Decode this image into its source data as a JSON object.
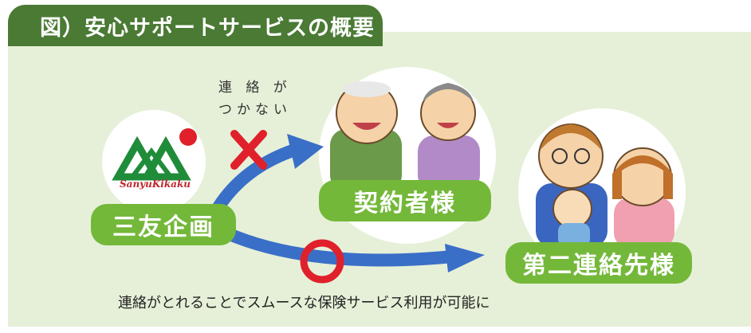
{
  "header": {
    "title": "図）安心サポートサービスの概要"
  },
  "nodes": {
    "company": "三友企画",
    "contractor": "契約者様",
    "second_contact": "第二連絡先様"
  },
  "logo": {
    "text": "SanyuKikaku"
  },
  "note": {
    "line1": "連 絡 が",
    "line2": "つかない"
  },
  "caption": "連絡がとれることでスムースな保険サービス利用が可能に",
  "icons": {
    "fail": "cross-icon",
    "success": "circle-icon",
    "company_logo": "logo-icon"
  },
  "colors": {
    "header": "#4a7a34",
    "panel": "#e6f0d8",
    "pill": "#74b83a",
    "arrow": "#3a6fc8",
    "mark": "#e0202a"
  }
}
